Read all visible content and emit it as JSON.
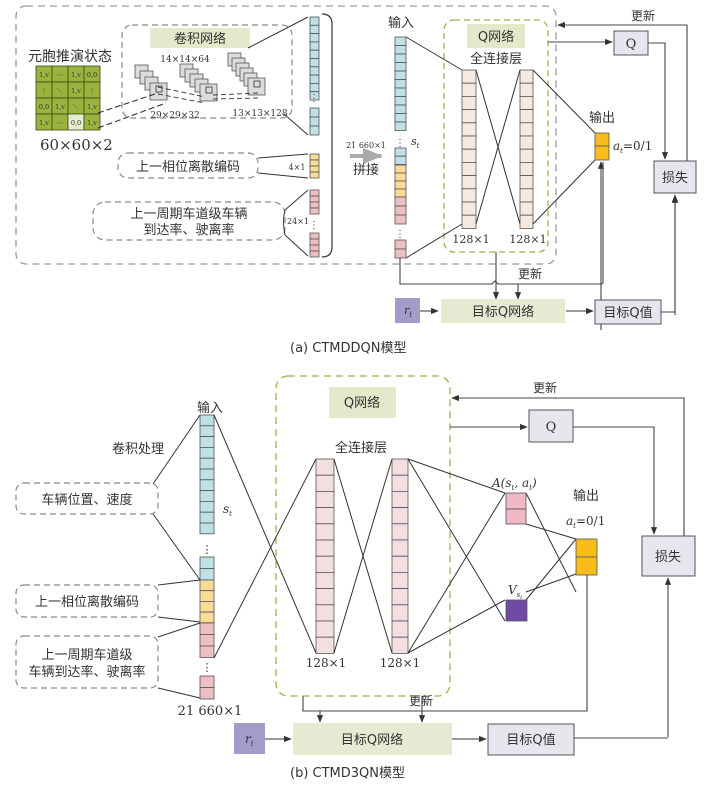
{
  "colors": {
    "cyan_cell": "#bfe0e6",
    "yellow_cell": "#f7dc95",
    "pink_cell": "#eebfc2",
    "fc_a_cell": "#f6e9e0",
    "fc_b_cell": "#f3dfe0",
    "output_orange": "#f8bd1c",
    "adv_pink": "#eeb9c5",
    "value_purple": "#6e4aa3",
    "reward_lavender": "#a59bcb",
    "target_green": "#e5ebd3",
    "title_green": "#e4e9cc",
    "gray_box": "#e6e6ee",
    "matrix_green": "#9ab33c",
    "dashed_green": "#9fb04a",
    "dashed_gray": "#9a9a9a"
  },
  "diagram_a": {
    "caption": "(a)  CTMDDQN模型",
    "cell_state_label": "元胞推演状态",
    "matrix_cells": [
      [
        "1,v",
        "⋯",
        "1,v",
        "0,0"
      ],
      [
        "⋮",
        "⋱",
        "1,v",
        "⋮"
      ],
      [
        "0,0",
        "1,v",
        "⋱",
        "1,v"
      ],
      [
        "1,v",
        "⋯",
        "0,0",
        "1,v"
      ]
    ],
    "matrix_size": "60×60×2",
    "conv_title": "卷积网络",
    "conv_layer_1": "29×29×32",
    "conv_layer_2": "14×14×64",
    "conv_layer_3": "13×13×128",
    "phase_code": "上一相位离散编码",
    "phase_dim": "4×1",
    "lane_rate_line1": "上一周期车道级车辆",
    "lane_rate_line2": "到达率、驶离率",
    "lane_dim": "24×1",
    "concat_dim": "21 660×1",
    "concat_label": "拼接",
    "input_label": "输入",
    "state_symbol": "s",
    "state_sub": "t",
    "qnet_title": "Q网络",
    "fc_label": "全连接层",
    "fc1_dim": "128×1",
    "fc2_dim": "128×1",
    "output_label": "输出",
    "action_text": "a",
    "action_sub": "t",
    "action_value": "=0/1",
    "update_top": "更新",
    "q_box": "Q",
    "loss_box": "损失",
    "update_bottom": "更新",
    "reward_symbol": "r",
    "reward_sub": "t",
    "target_net": "目标Q网络",
    "target_value": "目标Q值"
  },
  "diagram_b": {
    "caption": "(b)  CTMD3QN模型",
    "input_label": "输入",
    "conv_process": "卷积处理",
    "vehicle_state": "车辆位置、速度",
    "phase_code": "上一相位离散编码",
    "lane_rate_line1": "上一周期车道级",
    "lane_rate_line2": "车辆到达率、驶离率",
    "input_dim": "21 660×1",
    "state_symbol": "s",
    "state_sub": "t",
    "qnet_title": "Q网络",
    "fc_label": "全连接层",
    "fc1_dim": "128×1",
    "fc2_dim": "128×1",
    "advantage_label": "A(s",
    "advantage_sub1": "t",
    "advantage_mid": ", a",
    "advantage_sub2": "t",
    "advantage_end": ")",
    "value_label": "V",
    "value_sub": "s",
    "value_subsub": "t",
    "output_label": "输出",
    "action_text": "a",
    "action_sub": "t",
    "action_value": "=0/1",
    "update_top": "更新",
    "q_box": "Q",
    "loss_box": "损失",
    "update_bottom": "更新",
    "reward_symbol": "r",
    "reward_sub": "t",
    "target_net": "目标Q网络",
    "target_value": "目标Q值"
  }
}
